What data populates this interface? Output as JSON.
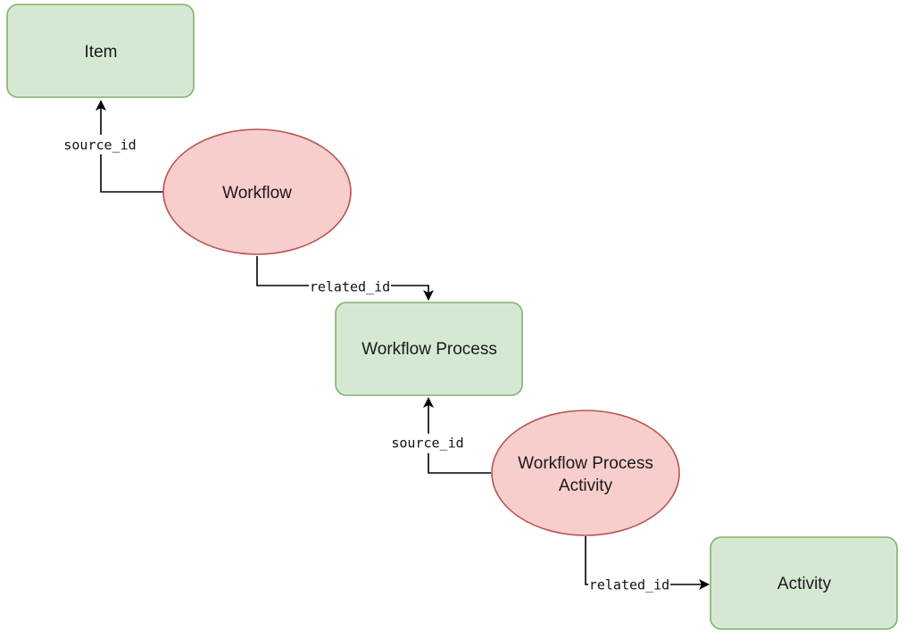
{
  "nodes": {
    "item": {
      "label": "Item",
      "shape": "rectangle",
      "color": "#d5e8d4",
      "border": "#82b366"
    },
    "workflow": {
      "label": "Workflow",
      "shape": "ellipse",
      "color": "#f8cecc",
      "border": "#b85450"
    },
    "workflow_process": {
      "label": "Workflow Process",
      "shape": "rectangle",
      "color": "#d5e8d4",
      "border": "#82b366"
    },
    "workflow_process_activity": {
      "label_lines": [
        "Workflow Process",
        "Activity"
      ],
      "shape": "ellipse",
      "color": "#f8cecc",
      "border": "#b85450"
    },
    "activity": {
      "label": "Activity",
      "shape": "rectangle",
      "color": "#d5e8d4",
      "border": "#82b366"
    }
  },
  "edges": [
    {
      "from": "Workflow",
      "to": "Item",
      "label": "source_id"
    },
    {
      "from": "Workflow",
      "to": "Workflow Process",
      "label": "related_id"
    },
    {
      "from": "Workflow Process Activity",
      "to": "Workflow Process",
      "label": "source_id"
    },
    {
      "from": "Workflow Process Activity",
      "to": "Activity",
      "label": "related_id"
    }
  ]
}
